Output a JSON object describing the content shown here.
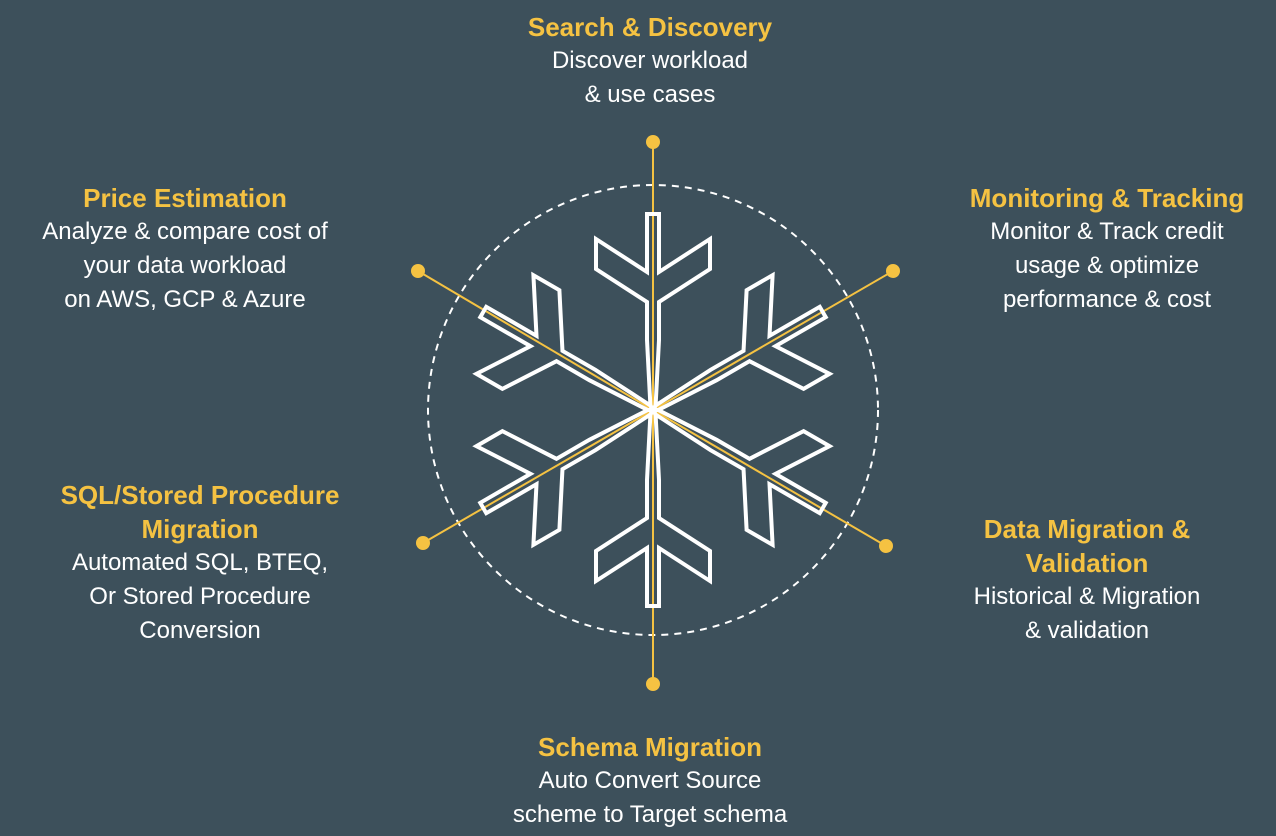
{
  "colors": {
    "background": "#3d505b",
    "accent": "#f5c242",
    "text": "#ffffff"
  },
  "hub_icon": "snowflake-icon",
  "nodes": [
    {
      "id": "search",
      "title": [
        "Search & Discovery"
      ],
      "desc": [
        "Discover workload",
        "& use cases"
      ]
    },
    {
      "id": "monitoring",
      "title": [
        "Monitoring & Tracking"
      ],
      "desc": [
        "Monitor & Track credit",
        "usage & optimize",
        "performance & cost"
      ]
    },
    {
      "id": "data-migration",
      "title": [
        "Data Migration &",
        "Validation"
      ],
      "desc": [
        "Historical & Migration",
        "& validation"
      ]
    },
    {
      "id": "schema",
      "title": [
        "Schema Migration"
      ],
      "desc": [
        "Auto Convert Source",
        "scheme to Target schema"
      ]
    },
    {
      "id": "sql",
      "title": [
        "SQL/Stored Procedure",
        "Migration"
      ],
      "desc": [
        "Automated SQL, BTEQ,",
        "Or Stored Procedure",
        "Conversion"
      ]
    },
    {
      "id": "price",
      "title": [
        "Price Estimation"
      ],
      "desc": [
        "Analyze & compare cost of",
        "your data workload",
        "on AWS, GCP & Azure"
      ]
    }
  ]
}
